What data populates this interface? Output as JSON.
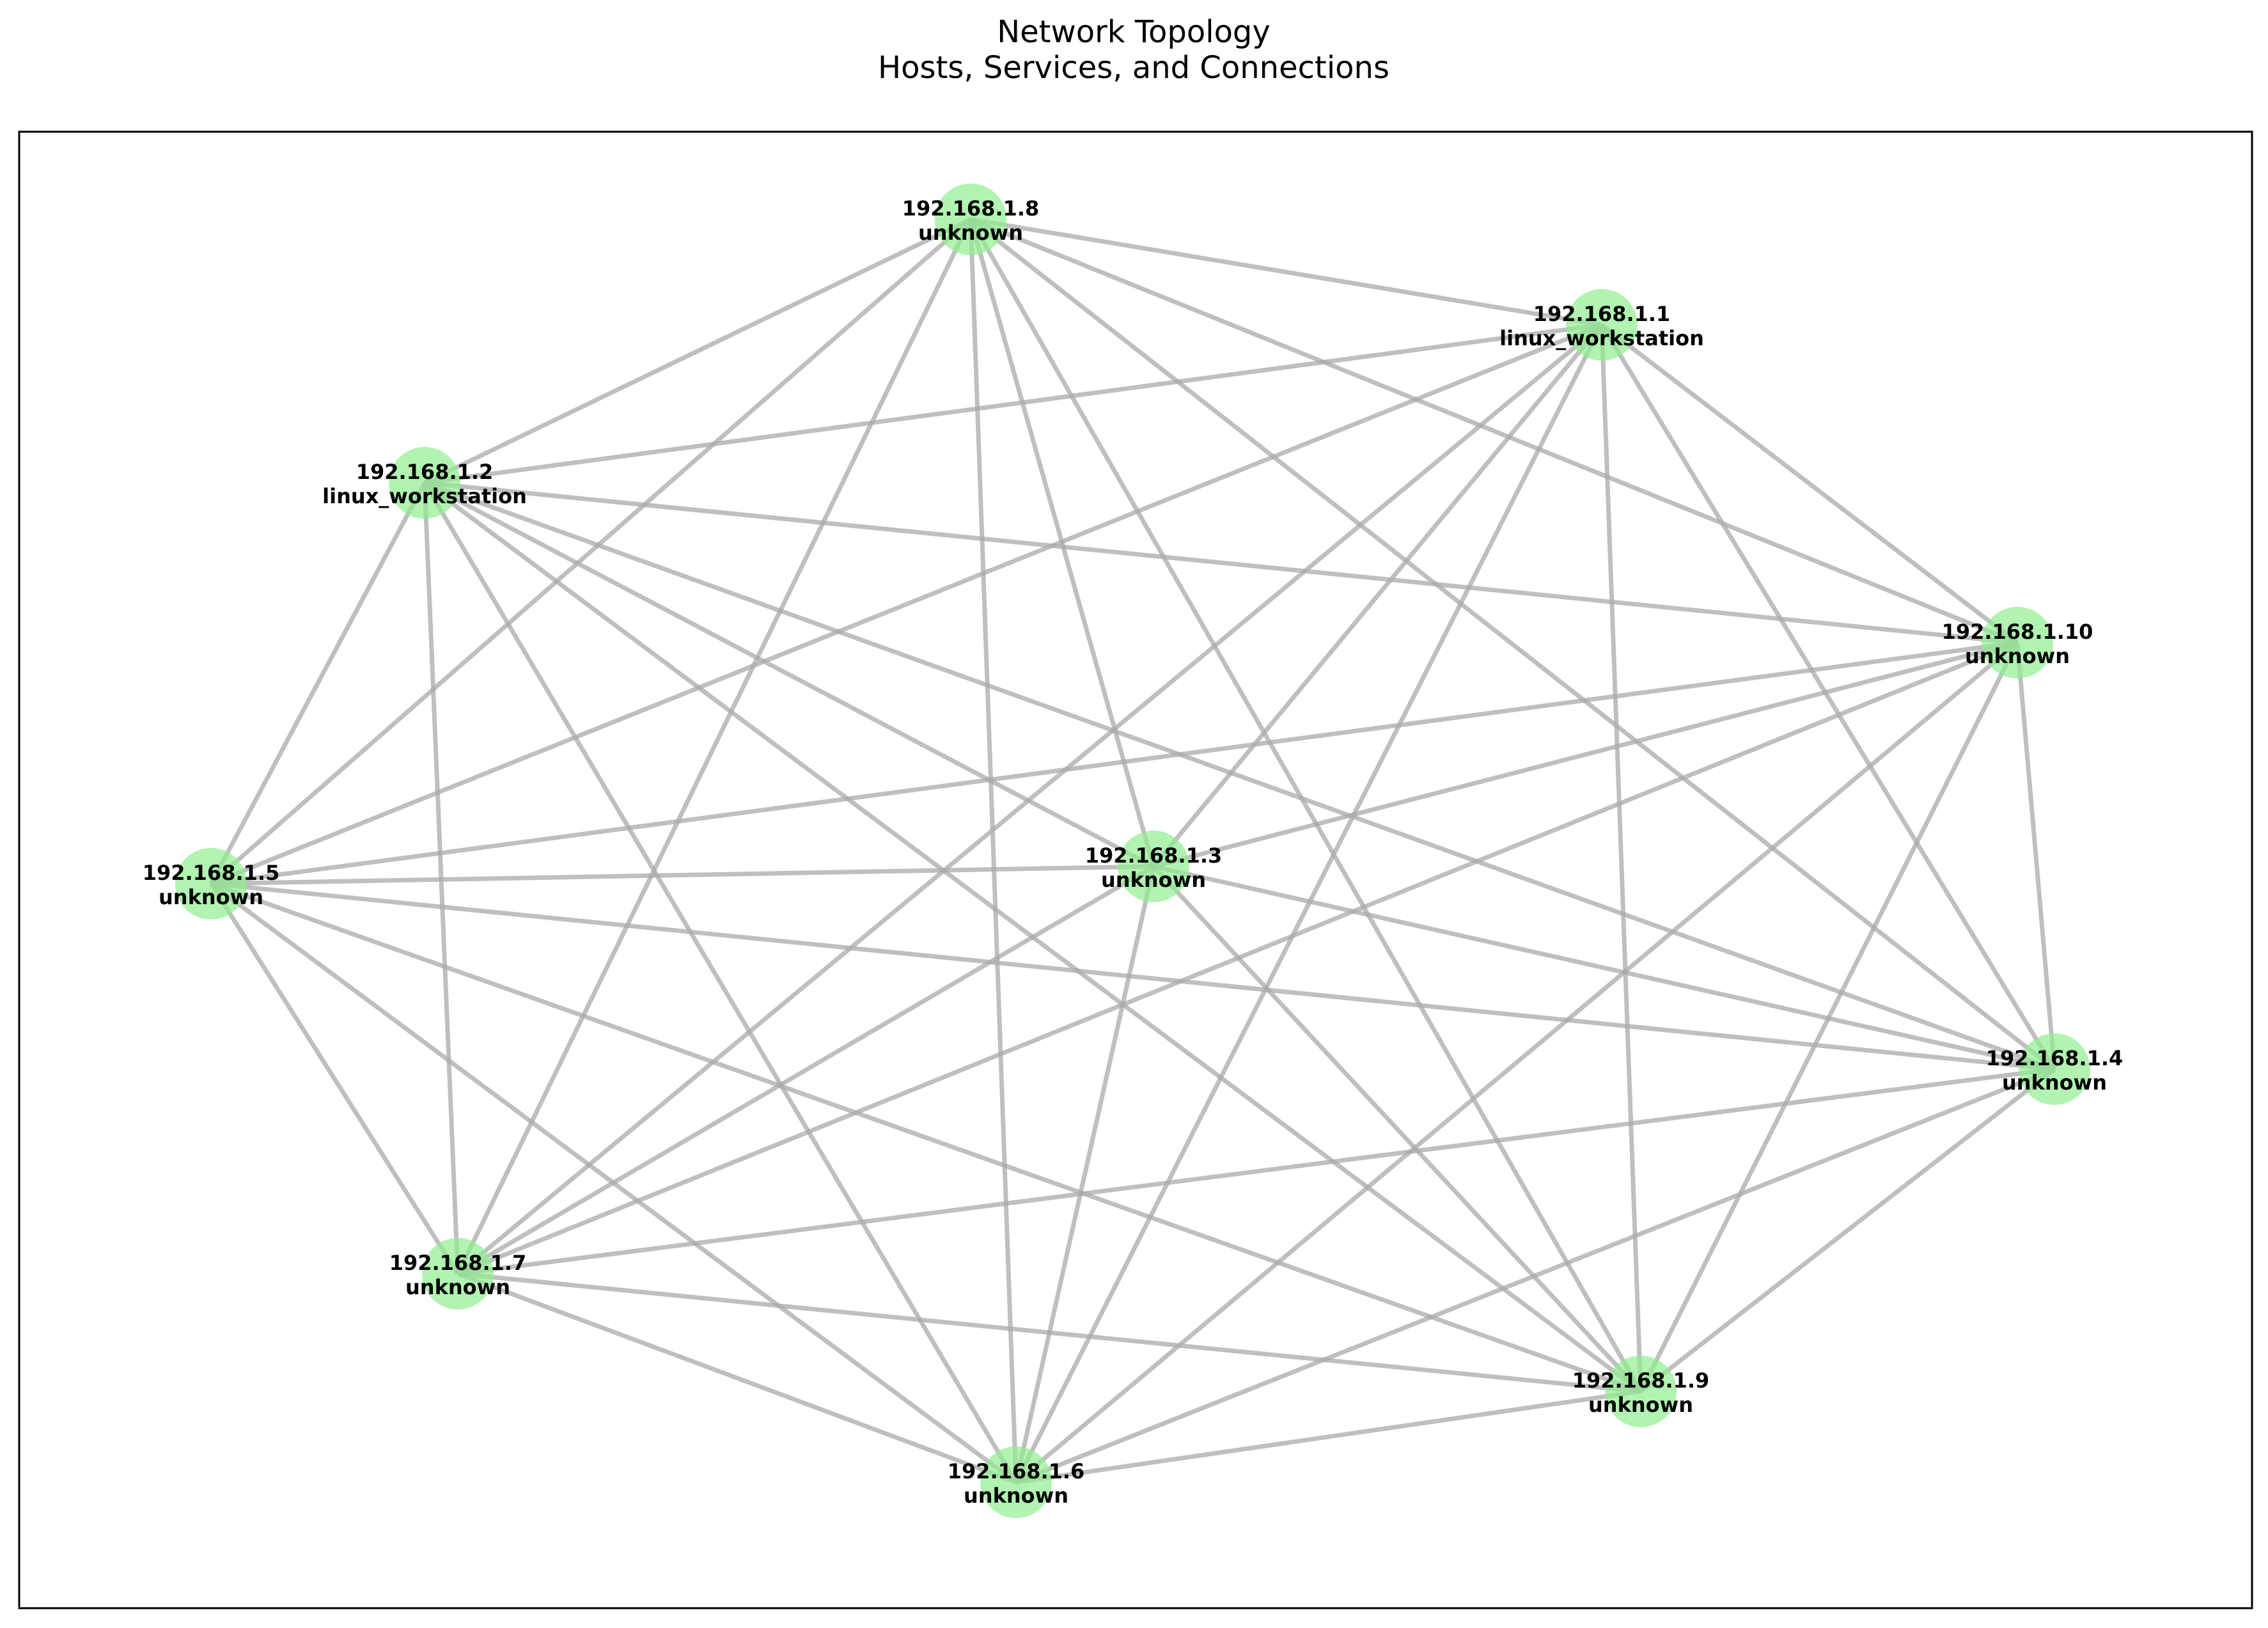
{
  "diagram": {
    "title_line1": "Network Topology",
    "title_line2": "Hosts, Services, and Connections",
    "colors": {
      "node_fill": "#90EE90",
      "edge": "#A9A9A9",
      "frame": "#000000"
    },
    "nodes": [
      {
        "id": "n1",
        "ip": "192.168.1.1",
        "type": "linux_workstation"
      },
      {
        "id": "n2",
        "ip": "192.168.1.2",
        "type": "linux_workstation"
      },
      {
        "id": "n3",
        "ip": "192.168.1.3",
        "type": "unknown"
      },
      {
        "id": "n4",
        "ip": "192.168.1.4",
        "type": "unknown"
      },
      {
        "id": "n5",
        "ip": "192.168.1.5",
        "type": "unknown"
      },
      {
        "id": "n6",
        "ip": "192.168.1.6",
        "type": "unknown"
      },
      {
        "id": "n7",
        "ip": "192.168.1.7",
        "type": "unknown"
      },
      {
        "id": "n8",
        "ip": "192.168.1.8",
        "type": "unknown"
      },
      {
        "id": "n9",
        "ip": "192.168.1.9",
        "type": "unknown"
      },
      {
        "id": "n10",
        "ip": "192.168.1.10",
        "type": "unknown"
      }
    ],
    "edges": [
      [
        "n8",
        "n1"
      ],
      [
        "n8",
        "n2"
      ],
      [
        "n8",
        "n10"
      ],
      [
        "n8",
        "n5"
      ],
      [
        "n8",
        "n7"
      ],
      [
        "n8",
        "n6"
      ],
      [
        "n8",
        "n3"
      ],
      [
        "n8",
        "n9"
      ],
      [
        "n8",
        "n4"
      ],
      [
        "n1",
        "n2"
      ],
      [
        "n1",
        "n10"
      ],
      [
        "n1",
        "n5"
      ],
      [
        "n1",
        "n3"
      ],
      [
        "n1",
        "n7"
      ],
      [
        "n1",
        "n6"
      ],
      [
        "n1",
        "n9"
      ],
      [
        "n1",
        "n4"
      ],
      [
        "n2",
        "n10"
      ],
      [
        "n2",
        "n5"
      ],
      [
        "n2",
        "n7"
      ],
      [
        "n2",
        "n6"
      ],
      [
        "n2",
        "n3"
      ],
      [
        "n2",
        "n9"
      ],
      [
        "n2",
        "n4"
      ],
      [
        "n10",
        "n5"
      ],
      [
        "n10",
        "n3"
      ],
      [
        "n10",
        "n7"
      ],
      [
        "n10",
        "n6"
      ],
      [
        "n10",
        "n9"
      ],
      [
        "n10",
        "n4"
      ],
      [
        "n5",
        "n3"
      ],
      [
        "n5",
        "n4"
      ],
      [
        "n5",
        "n7"
      ],
      [
        "n5",
        "n6"
      ],
      [
        "n5",
        "n9"
      ],
      [
        "n3",
        "n4"
      ],
      [
        "n3",
        "n7"
      ],
      [
        "n3",
        "n6"
      ],
      [
        "n3",
        "n9"
      ],
      [
        "n4",
        "n7"
      ],
      [
        "n4",
        "n6"
      ],
      [
        "n4",
        "n9"
      ],
      [
        "n7",
        "n9"
      ],
      [
        "n7",
        "n6"
      ],
      [
        "n6",
        "n9"
      ]
    ]
  }
}
